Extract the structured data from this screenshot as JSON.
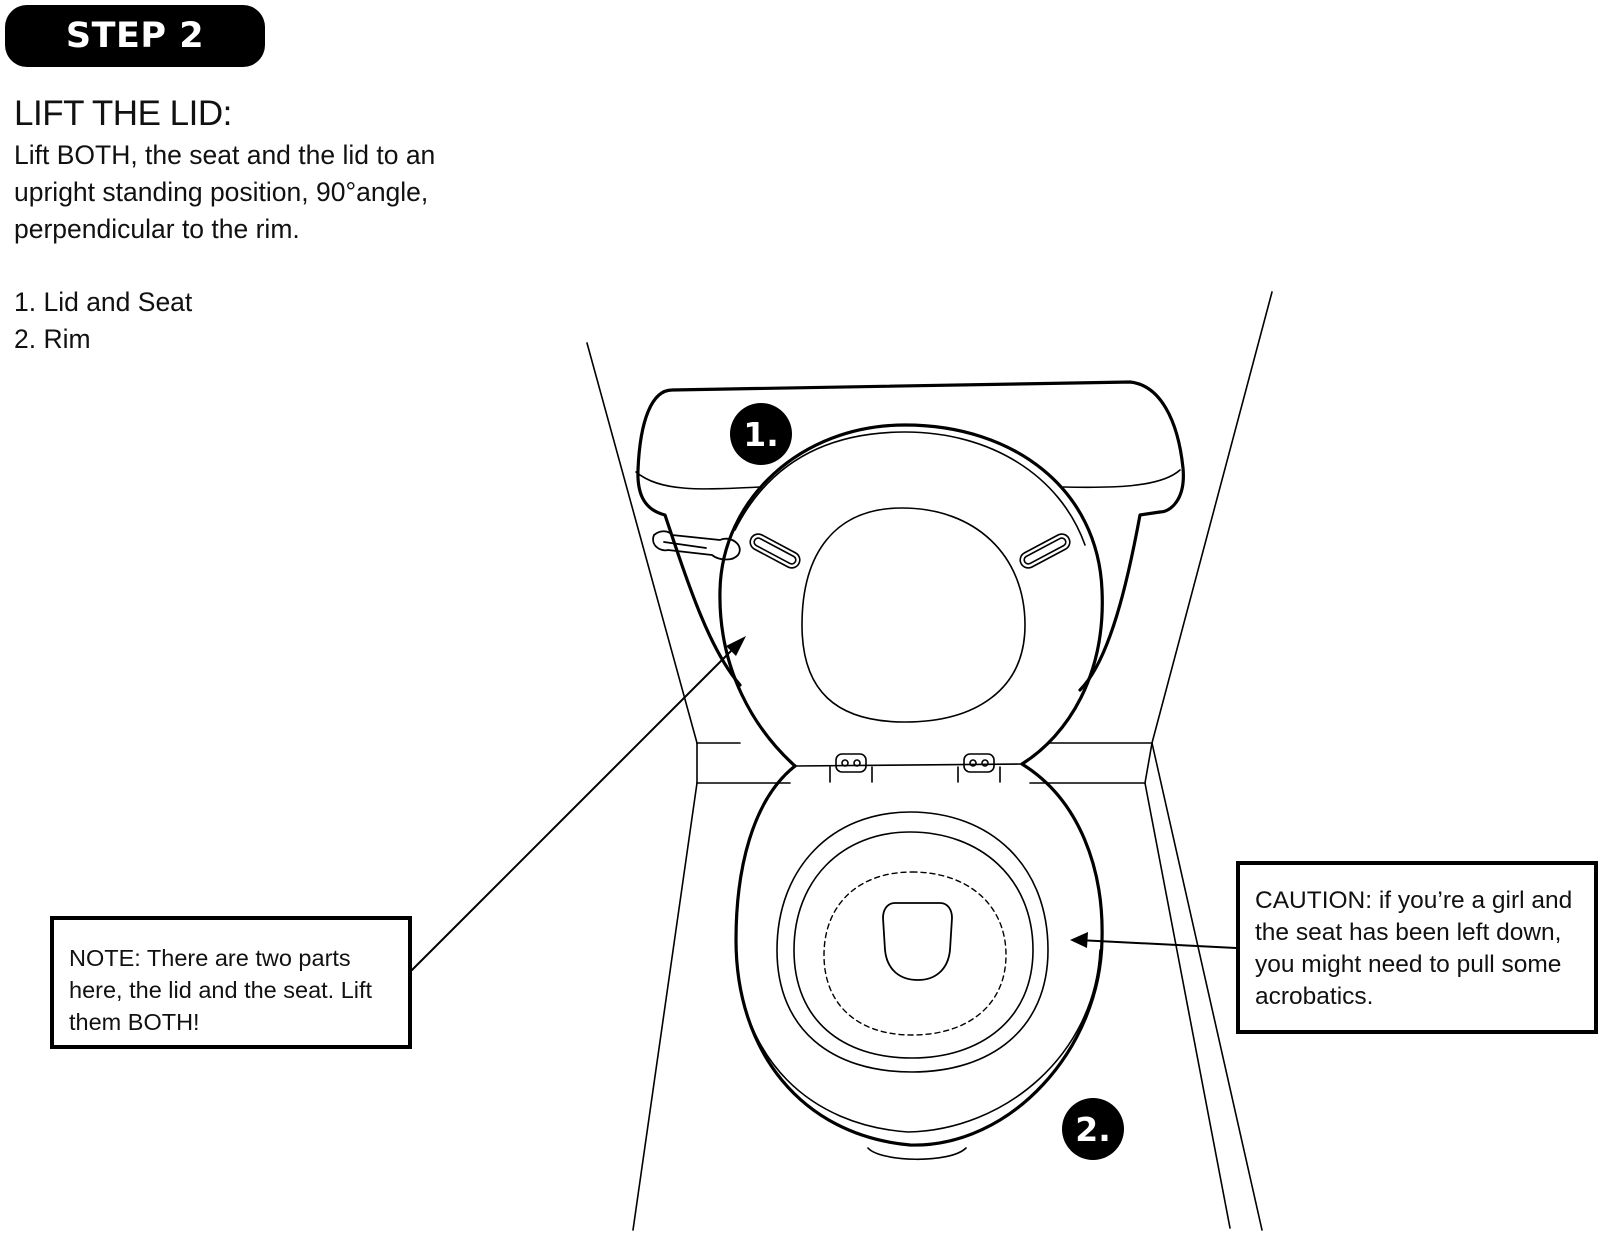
{
  "step": {
    "label": "STEP 2"
  },
  "heading": "LIFT THE LID:",
  "instructions": {
    "line1": "Lift BOTH, the seat and the lid to an",
    "line2": "upright standing position, 90°angle,",
    "line3": "perpendicular to the rim."
  },
  "parts": [
    {
      "label": "1. Lid and Seat"
    },
    {
      "label": "2. Rim"
    }
  ],
  "markers": {
    "marker1": "1.",
    "marker2": "2."
  },
  "note": "NOTE: There are two parts here, the lid and the seat. Lift them BOTH!",
  "caution": "CAUTION: if you’re a girl and the seat has been left down, you might need to pull some acrobatics.",
  "colors": {
    "ink": "#000000",
    "paper": "#ffffff"
  }
}
